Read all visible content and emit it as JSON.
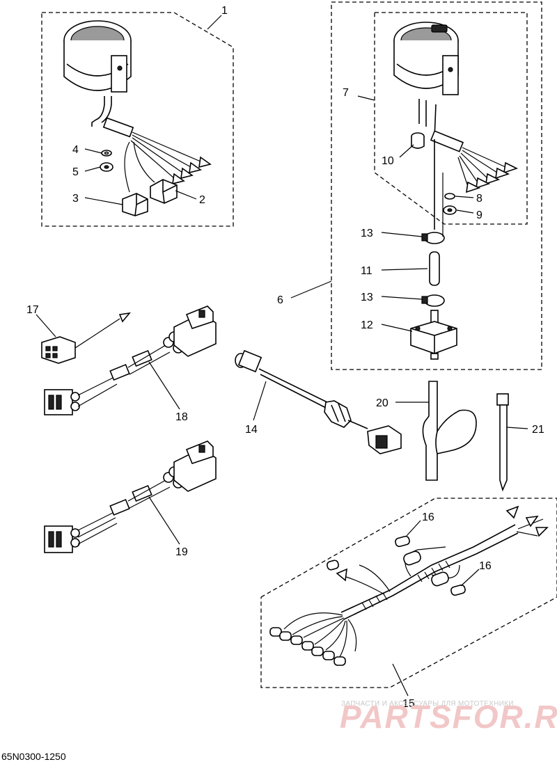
{
  "diagram": {
    "code": "65N0300-1250",
    "callouts": [
      "1",
      "2",
      "3",
      "4",
      "5",
      "6",
      "7",
      "8",
      "9",
      "10",
      "11",
      "12",
      "13",
      "13",
      "14",
      "15",
      "16",
      "16",
      "17",
      "18",
      "19",
      "20",
      "21"
    ]
  },
  "watermark": {
    "line1": "ЗАПЧАСТИ И АКСЕССУАРЫ ДЛЯ МОТОТЕХНИКИ",
    "line2": "PARTSFOR.RU"
  }
}
